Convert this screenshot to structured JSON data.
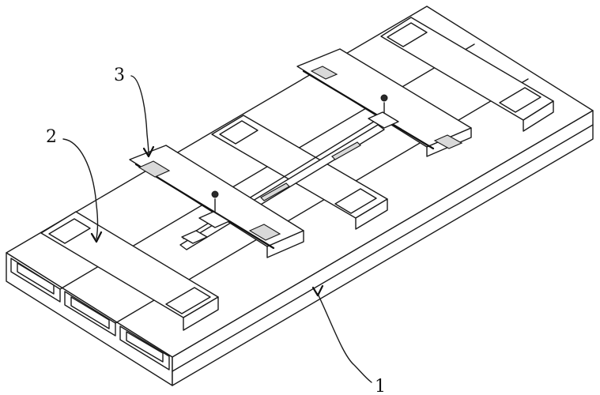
{
  "callouts": [
    {
      "id": "1",
      "label": "1"
    },
    {
      "id": "2",
      "label": "2"
    },
    {
      "id": "3",
      "label": "3"
    }
  ],
  "colors": {
    "line": "#1a1a1a",
    "background": "#ffffff",
    "fill_dark": "#2a2a2a",
    "fill_grey": "#d9d9d9"
  }
}
